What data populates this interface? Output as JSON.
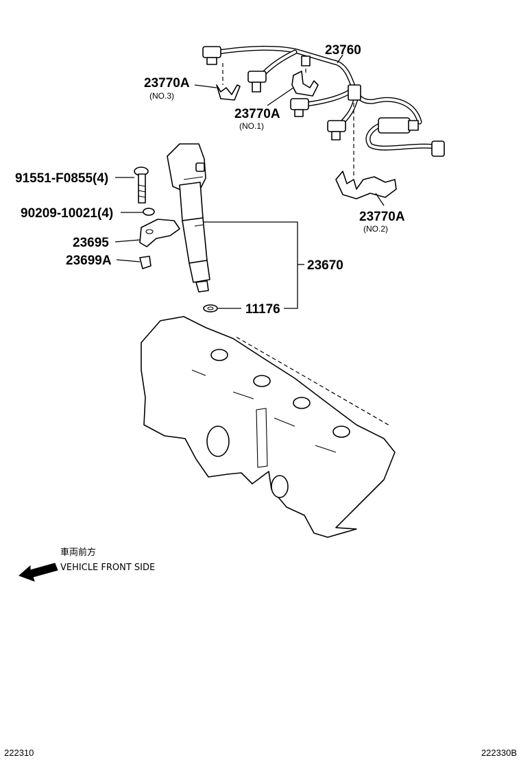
{
  "callouts": {
    "p23760": "23760",
    "p23770a_no3": "23770A",
    "p23770a_no3_sub": "(NO.3)",
    "p23770a_no1": "23770A",
    "p23770a_no1_sub": "(NO.1)",
    "p23770a_no2": "23770A",
    "p23770a_no2_sub": "(NO.2)",
    "p91551": "91551-F0855(4)",
    "p90209": "90209-10021(4)",
    "p23695": "23695",
    "p23699a": "23699A",
    "p23670": "23670",
    "p11176": "11176"
  },
  "direction_note": {
    "japanese": "車両前方",
    "english": "VEHICLE FRONT SIDE"
  },
  "footer": {
    "left_code": "222310",
    "right_code": "222330B"
  }
}
